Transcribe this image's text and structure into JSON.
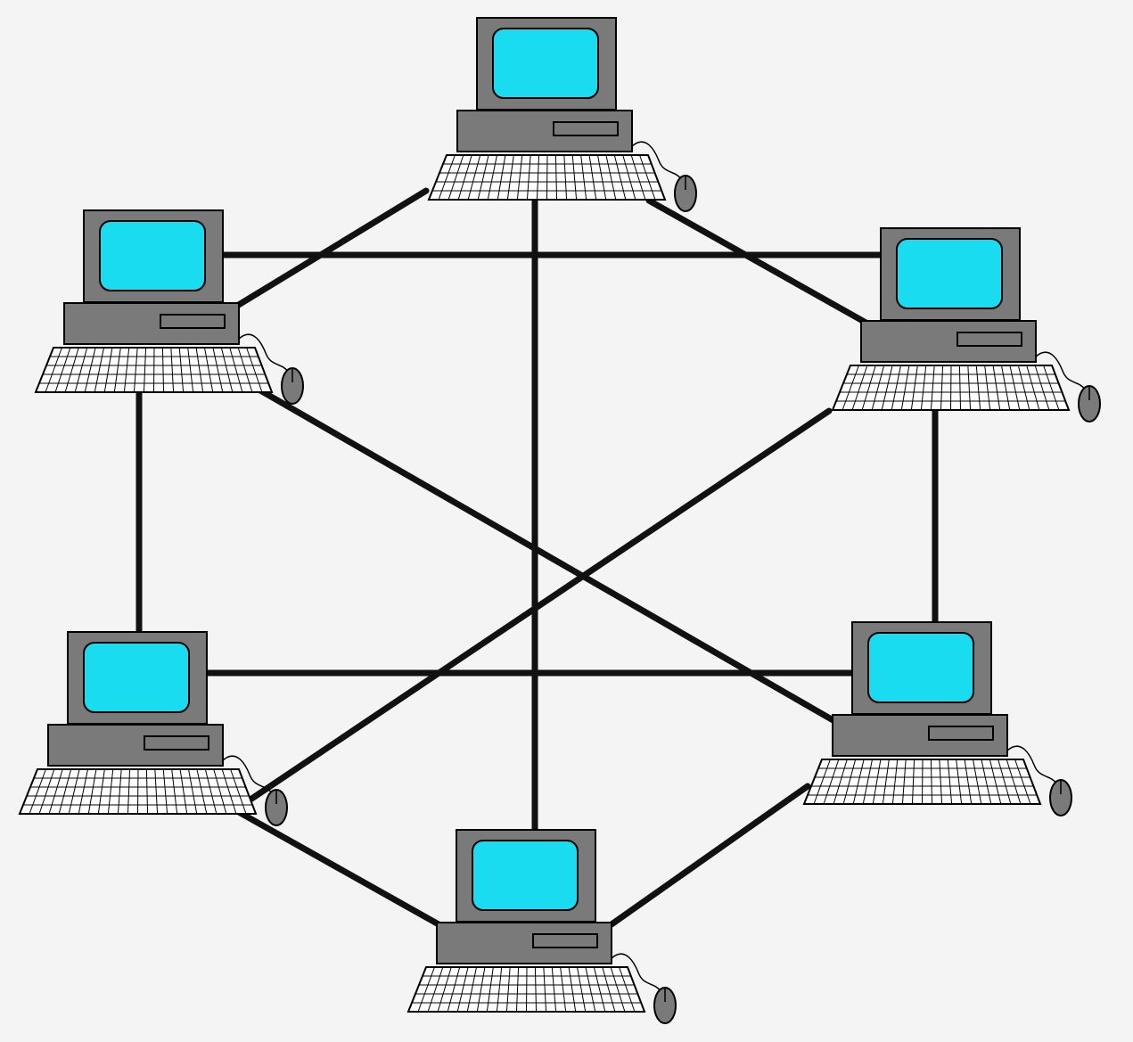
{
  "diagram": {
    "type": "mesh-network-topology",
    "nodes": [
      {
        "id": "top",
        "icon": "computer-icon"
      },
      {
        "id": "upper-left",
        "icon": "computer-icon"
      },
      {
        "id": "upper-right",
        "icon": "computer-icon"
      },
      {
        "id": "lower-left",
        "icon": "computer-icon"
      },
      {
        "id": "lower-right",
        "icon": "computer-icon"
      },
      {
        "id": "bottom",
        "icon": "computer-icon"
      }
    ],
    "links": [
      [
        "top",
        "upper-left"
      ],
      [
        "top",
        "upper-right"
      ],
      [
        "top",
        "bottom"
      ],
      [
        "upper-left",
        "upper-right"
      ],
      [
        "upper-left",
        "lower-left"
      ],
      [
        "upper-left",
        "lower-right"
      ],
      [
        "upper-right",
        "lower-left"
      ],
      [
        "upper-right",
        "lower-right"
      ],
      [
        "lower-left",
        "lower-right"
      ],
      [
        "lower-left",
        "bottom"
      ],
      [
        "lower-right",
        "bottom"
      ]
    ],
    "colors": {
      "background": "#f4f4f4",
      "screen": "#19dcf0",
      "monitor": "#7a7a7a",
      "outline": "#000000",
      "keyboard": "#ffffff",
      "cable": "#111111"
    }
  }
}
